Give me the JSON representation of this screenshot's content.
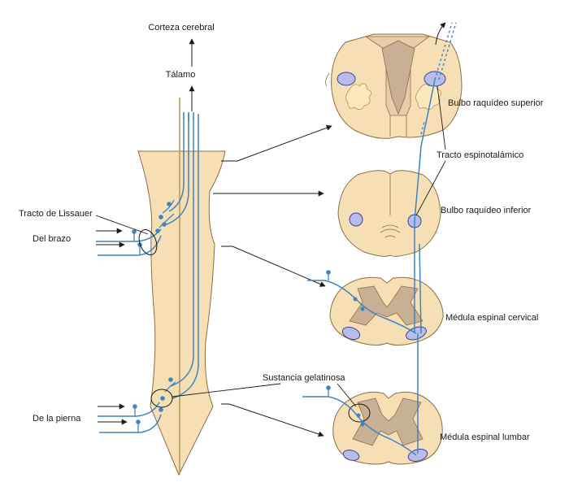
{
  "labels": {
    "cortex": "Corteza cerebral",
    "thalamus": "Tálamo",
    "lissauer": "Tracto de Lissauer",
    "arm": "Del brazo",
    "leg": "De la pierna",
    "gelatinosa": "Sustancia gelatinosa",
    "medulla_upper": "Bulbo raquídeo superior",
    "spinothalamic": "Tracto espinotalámico",
    "medulla_lower": "Bulbo raquídeo inferior",
    "cervical": "Médula espinal cervical",
    "lumbar": "Médula espinal lumbar"
  },
  "colors": {
    "tissue": "#f6dfb5",
    "tissue_edge": "#8a6f45",
    "gray_matter": "#c8b095",
    "fiber": "#3f84be",
    "tract_fill": "#b7bde8",
    "tract_edge": "#3b3f9c",
    "arrow": "#1a1a1a"
  }
}
